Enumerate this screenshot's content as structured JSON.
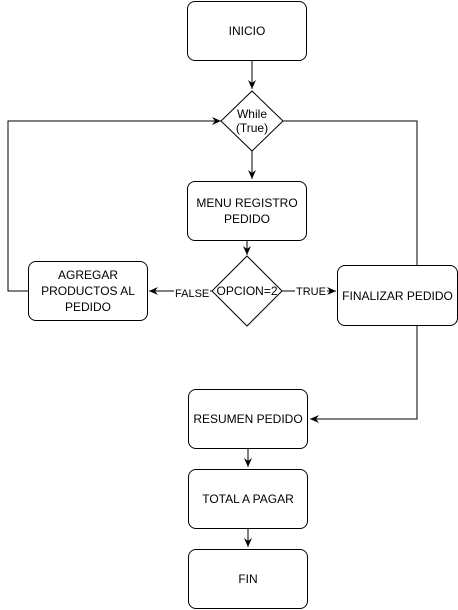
{
  "nodes": {
    "start": "INICIO",
    "loop": "While\n(True)",
    "menu": "MENU REGISTRO\nPEDIDO",
    "decision": "OPCION=2",
    "add_products": "AGREGAR\nPRODUCTOS AL\nPEDIDO",
    "finish_order": "FINALIZAR PEDIDO",
    "summary": "RESUMEN PEDIDO",
    "total": "TOTAL A PAGAR",
    "end": "FIN"
  },
  "edges": {
    "false_label": "FALSE",
    "true_label": "TRUE"
  }
}
